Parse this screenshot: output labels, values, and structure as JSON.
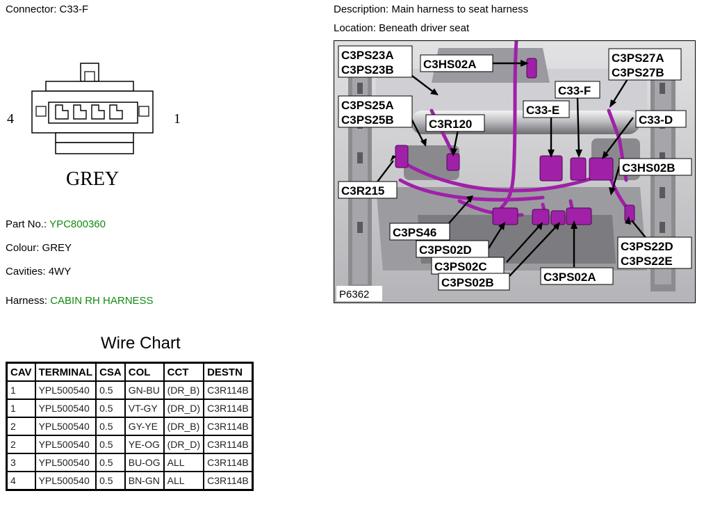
{
  "connector": {
    "label": "Connector:",
    "value": "C33-F",
    "diagram_left_num": "4",
    "diagram_right_num": "1",
    "diagram_colour_text": "GREY"
  },
  "description": {
    "label": "Description:",
    "value": "Main harness to seat harness"
  },
  "location": {
    "label": "Location:",
    "value": "Beneath driver seat"
  },
  "part_no": {
    "label": "Part No.:",
    "value": "YPC800360"
  },
  "colour": {
    "label": "Colour:",
    "value": "GREY"
  },
  "cavities": {
    "label": "Cavities:",
    "value": "4WY"
  },
  "harness": {
    "label": "Harness:",
    "value": "CABIN RH HARNESS"
  },
  "photo": {
    "id": "P6362",
    "labels": {
      "c3ps23a": "C3PS23A",
      "c3ps23b": "C3PS23B",
      "c3hs02a": "C3HS02A",
      "c3ps27a": "C3PS27A",
      "c3ps27b": "C3PS27B",
      "c33f": "C33-F",
      "c3ps25a": "C3PS25A",
      "c3ps25b": "C3PS25B",
      "c33e": "C33-E",
      "c33d": "C33-D",
      "c3r120": "C3R120",
      "c3hs02b": "C3HS02B",
      "c3r215": "C3R215",
      "c3ps46": "C3PS46",
      "c3ps22d": "C3PS22D",
      "c3ps22e": "C3PS22E",
      "c3ps02d": "C3PS02D",
      "c3ps02c": "C3PS02C",
      "c3ps02b": "C3PS02B",
      "c3ps02a": "C3PS02A"
    },
    "accent_color": "#a020a8"
  },
  "wire_chart": {
    "title": "Wire Chart",
    "headers": [
      "CAV",
      "TERMINAL",
      "CSA",
      "COL",
      "CCT",
      "DESTN"
    ],
    "rows": [
      [
        "1",
        "YPL500540",
        "0.5",
        "GN-BU",
        "(DR_B)",
        "C3R114B"
      ],
      [
        "1",
        "YPL500540",
        "0.5",
        "VT-GY",
        "(DR_D)",
        "C3R114B"
      ],
      [
        "2",
        "YPL500540",
        "0.5",
        "GY-YE",
        "(DR_B)",
        "C3R114B"
      ],
      [
        "2",
        "YPL500540",
        "0.5",
        "YE-OG",
        "(DR_D)",
        "C3R114B"
      ],
      [
        "3",
        "YPL500540",
        "0.5",
        "BU-OG",
        "ALL",
        "C3R114B"
      ],
      [
        "4",
        "YPL500540",
        "0.5",
        "BN-GN",
        "ALL",
        "C3R114B"
      ]
    ]
  }
}
